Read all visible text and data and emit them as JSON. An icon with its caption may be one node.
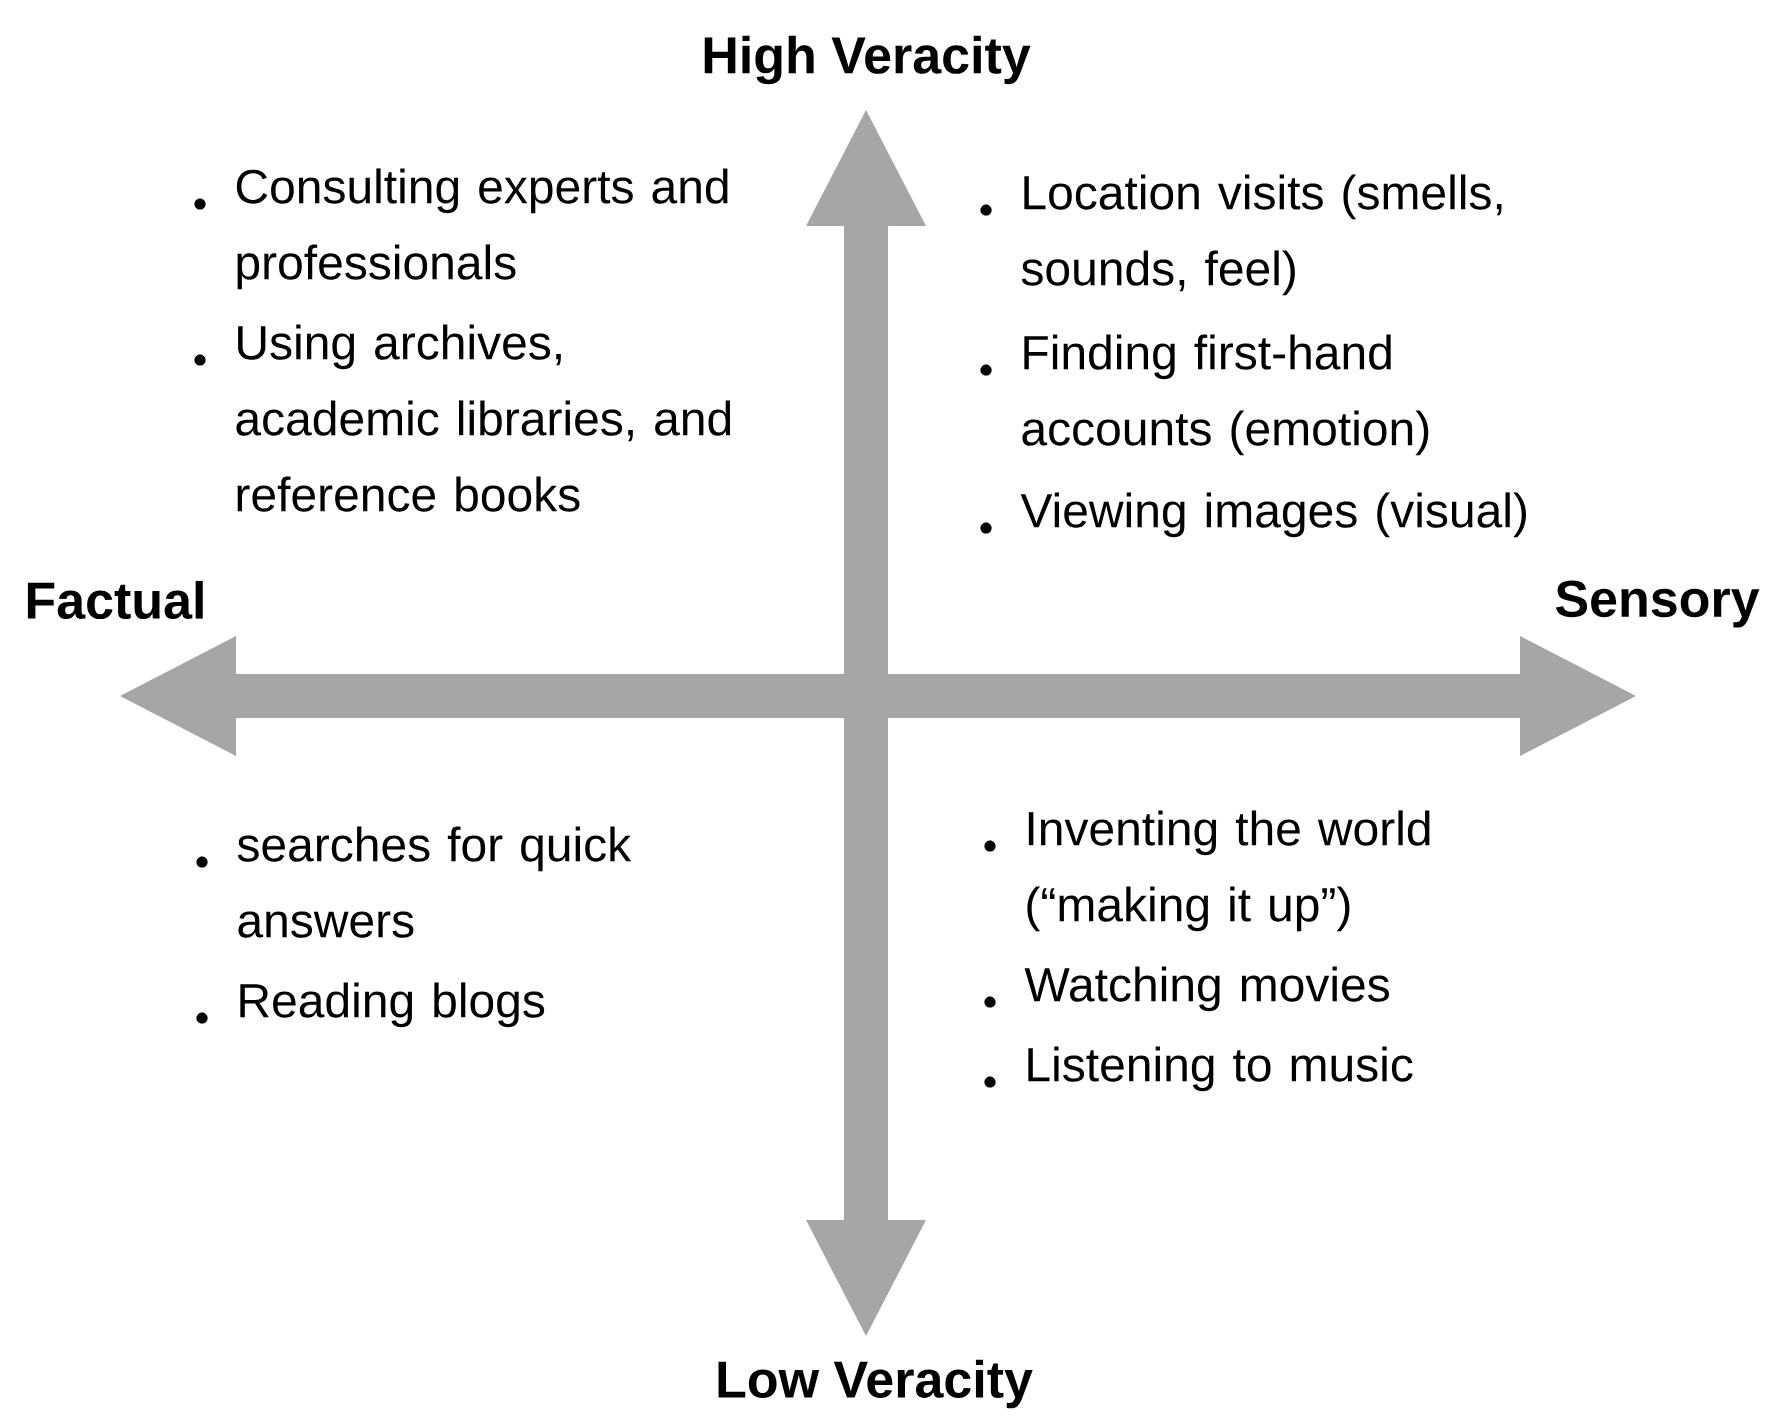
{
  "diagram": {
    "labels": [
      "High Veracity",
      "Consulting experts and professionals",
      "Using archives, academic libraries, and reference books",
      "Location visits (smells, sounds, feel)",
      "Finding first-hand accounts (emotion)",
      "Viewing images (visual)",
      "Factual",
      "Sensory",
      "searches for quick answers",
      "Reading blogs",
      "Inventing the world (“making it up”)",
      "Watching movies",
      "Listening to music",
      "Low Veracity"
    ]
  }
}
